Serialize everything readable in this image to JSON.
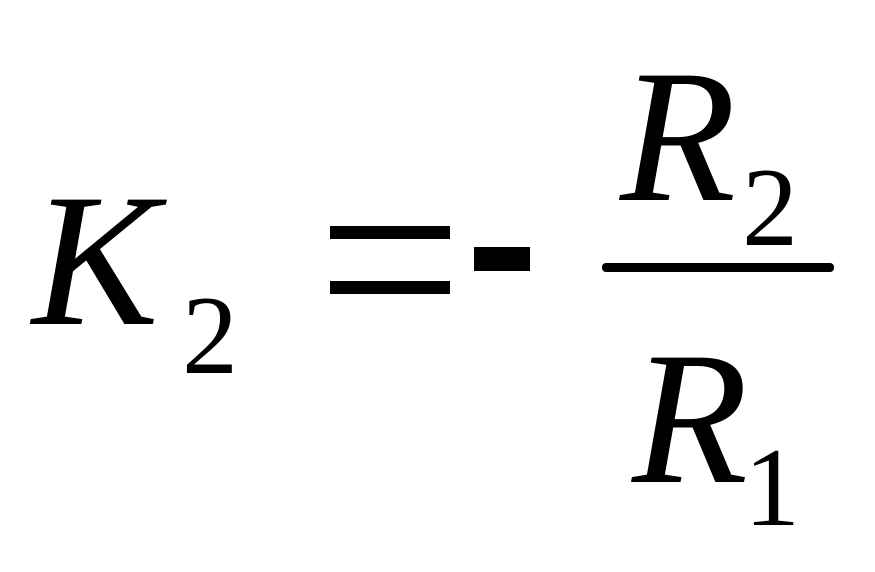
{
  "formula": {
    "lhs": {
      "symbol": "K",
      "subscript": "2"
    },
    "equals": "=",
    "sign": "-",
    "numerator": {
      "symbol": "R",
      "subscript": "2"
    },
    "denominator": {
      "symbol": "R",
      "subscript": "1"
    }
  }
}
